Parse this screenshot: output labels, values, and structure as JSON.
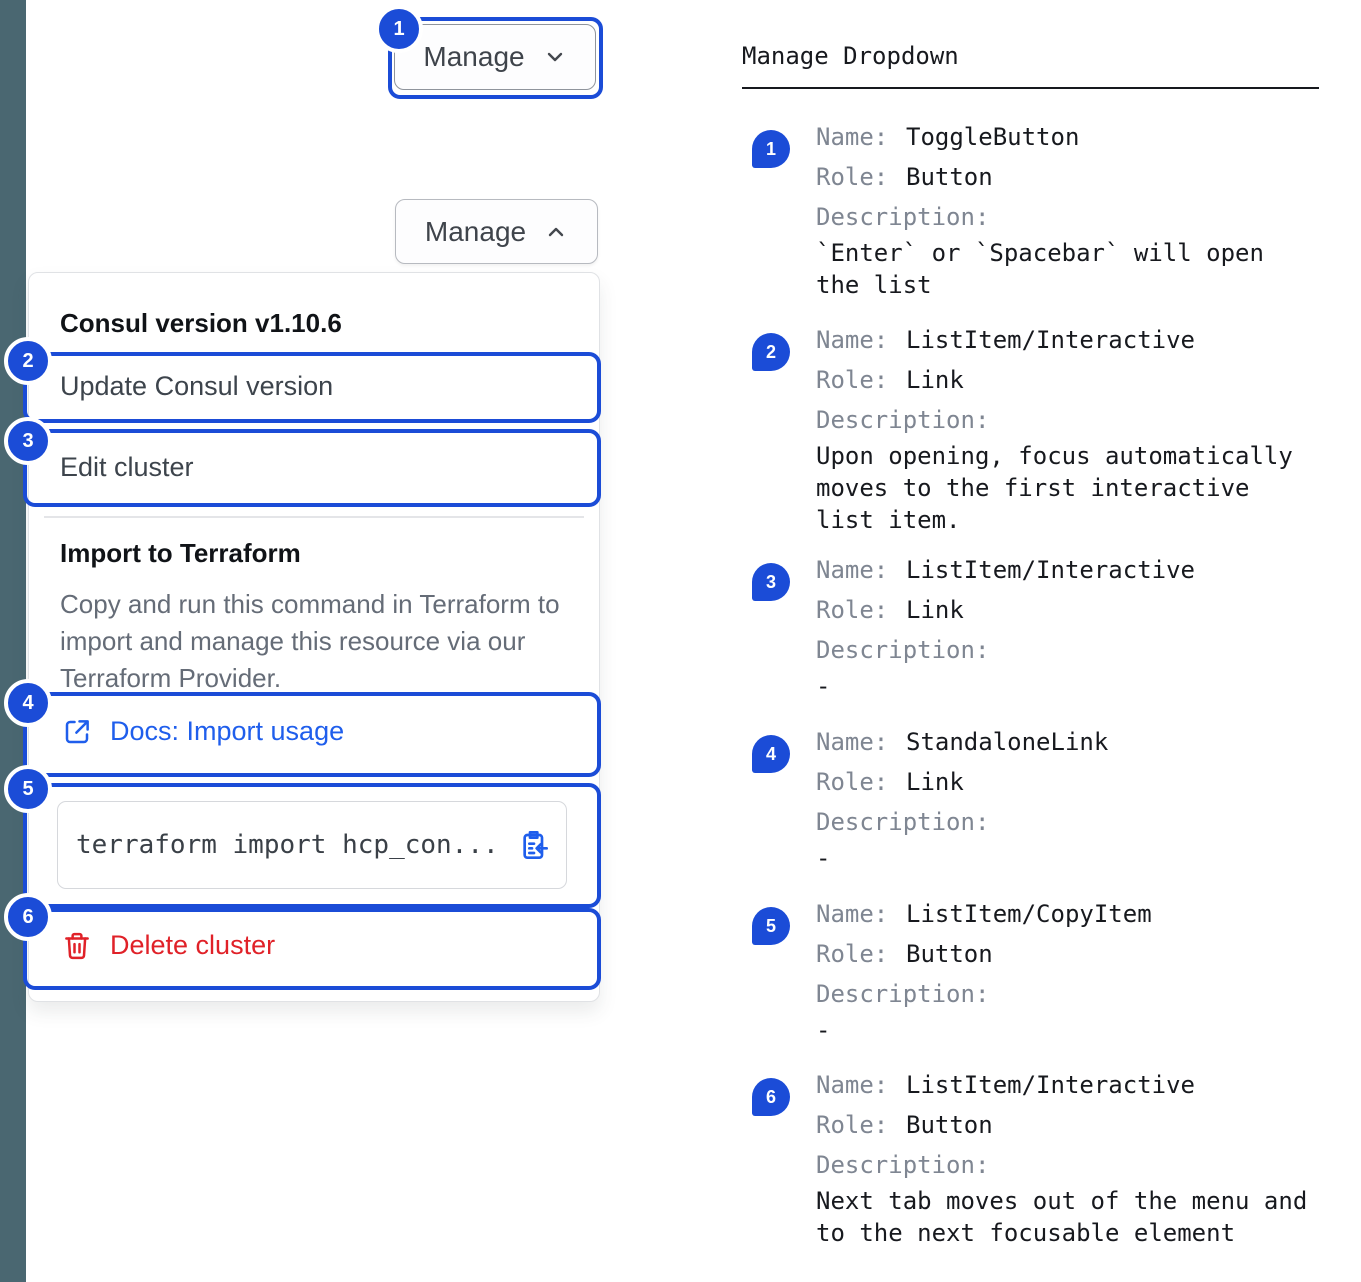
{
  "manage_button_collapsed": {
    "label": "Manage"
  },
  "manage_button_expanded": {
    "label": "Manage"
  },
  "dropdown": {
    "version_header": "Consul version v1.10.6",
    "update_item": "Update Consul version",
    "edit_item": "Edit cluster",
    "import_header": "Import to Terraform",
    "import_description": "Copy and run this command in Terraform to import and manage this resource via our Terraform Provider.",
    "docs_link": "Docs: Import usage",
    "code_snippet": "terraform import hcp_con...",
    "delete_item": "Delete cluster"
  },
  "annotations": {
    "title": "Manage Dropdown",
    "labels": {
      "name": "Name:",
      "role": "Role:",
      "description": "Description:"
    },
    "items": [
      {
        "num": "1",
        "name": "ToggleButton",
        "role": "Button",
        "description": "`Enter` or `Spacebar` will open the list"
      },
      {
        "num": "2",
        "name": "ListItem/Interactive",
        "role": "Link",
        "description": "Upon opening, focus automatically moves to the first interactive list item."
      },
      {
        "num": "3",
        "name": "ListItem/Interactive",
        "role": "Link",
        "description": "-"
      },
      {
        "num": "4",
        "name": "StandaloneLink",
        "role": "Link",
        "description": "-"
      },
      {
        "num": "5",
        "name": "ListItem/CopyItem",
        "role": "Button",
        "description": "-"
      },
      {
        "num": "6",
        "name": "ListItem/Interactive",
        "role": "Button",
        "description": "Next tab moves out of the menu and to the next focusable element"
      }
    ]
  },
  "icons": {
    "chevron_down": "chevron-down",
    "chevron_up": "chevron-up",
    "external_link": "external-link",
    "clipboard_copy": "clipboard-copy",
    "trash": "trash"
  },
  "colors": {
    "annotation_blue": "#1b4cd7",
    "link_blue": "#1f5eec",
    "danger_red": "#e02128",
    "rail": "#4a6771"
  }
}
